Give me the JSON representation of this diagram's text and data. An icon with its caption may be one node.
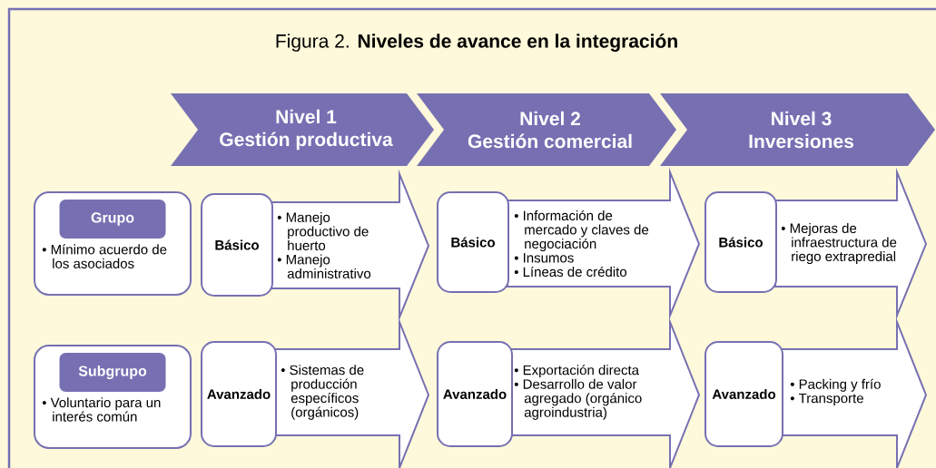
{
  "diagram": {
    "title": "Figura 2. **Niveles de avance en la integración**",
    "nodes": [
      {
        "text": [
          "Nivel 1",
          "Gestión productiva"
        ]
      },
      {
        "text": [
          "Nivel 2",
          "Gestión comercial"
        ]
      },
      {
        "text": [
          "Nivel 3",
          "Inversiones"
        ]
      },
      {
        "text": [
          "• Mínimo acuerdo de los asociados"
        ]
      },
      {
        "text": [
          "Grupo"
        ],
        "in": 3
      },
      {
        "text": [
          "Básico"
        ]
      },
      {
        "text": [
          "• Manejo productivo de huerto",
          "• Manejo administrativo"
        ]
      },
      {
        "text": [
          "Básico"
        ]
      },
      {
        "text": [
          "• Información de mercado y claves de negociación",
          "• Insumos",
          "• Líneas de crédito"
        ]
      },
      {
        "text": [
          "Básico"
        ]
      },
      {
        "text": [
          "• Mejoras de infraestructura de riego extrapredial"
        ]
      },
      {
        "text": [
          "• Voluntario para un interés común"
        ]
      },
      {
        "text": [
          "Subgrupo"
        ],
        "in": 11
      },
      {
        "text": [
          "Avanzado"
        ]
      },
      {
        "text": [
          "• Sistemas de producción específicos (orgánicos)"
        ]
      },
      {
        "text": [
          "Avanzado"
        ]
      },
      {
        "text": [
          "• Exportación directa",
          "• Desarrollo de valor agregado (orgánico agroindustria)"
        ]
      },
      {
        "text": [
          "Avanzado"
        ]
      },
      {
        "text": [
          "• Packing y frío",
          "• Transporte"
        ]
      }
    ]
  }
}
